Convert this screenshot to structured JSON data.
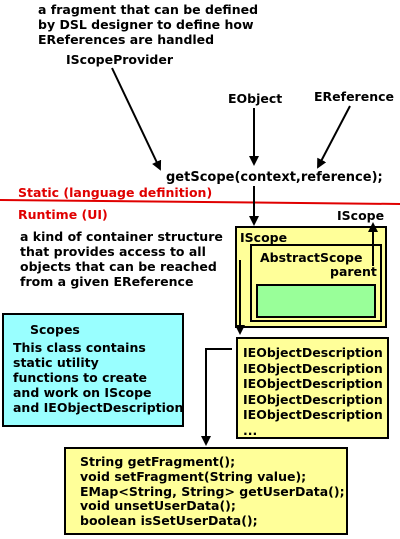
{
  "top_note": [
    "a fragment that can be defined",
    "by DSL designer to define how",
    "EReferences are handled"
  ],
  "iscope_provider_label": "IScopeProvider",
  "eobject_label": "EObject",
  "ereference_label": "EReference",
  "get_scope_call": "getScope(context,reference);",
  "static_label": "Static (language definition)",
  "runtime_label": "Runtime (UI)",
  "container_note": [
    "a kind of container structure",
    "that provides access to all",
    "objects that can be reached",
    "from a given EReference"
  ],
  "iscope_outer_label": "IScope",
  "iscope_box_title": "IScope",
  "abstract_scope_label": "AbstractScope",
  "parent_label": "parent",
  "scopes_box": {
    "title": "Scopes",
    "lines": [
      "This class contains",
      "static utility",
      "functions to create",
      "and work on IScope",
      "and IEObjectDescription"
    ]
  },
  "ieobject_descriptions": [
    "IEObjectDescription",
    "IEObjectDescription",
    "IEObjectDescription",
    "IEObjectDescription",
    "IEObjectDescription",
    "..."
  ],
  "methods": [
    "String getFragment();",
    "void setFragment(String value);",
    "EMap<String, String> getUserData();",
    "void unsetUserData();",
    "boolean isSetUserData();"
  ],
  "colors": {
    "divider": "#e00000",
    "static_text": "#e00000",
    "yellow": "#ffff99",
    "green": "#99ff99",
    "cyan": "#99ffff"
  }
}
